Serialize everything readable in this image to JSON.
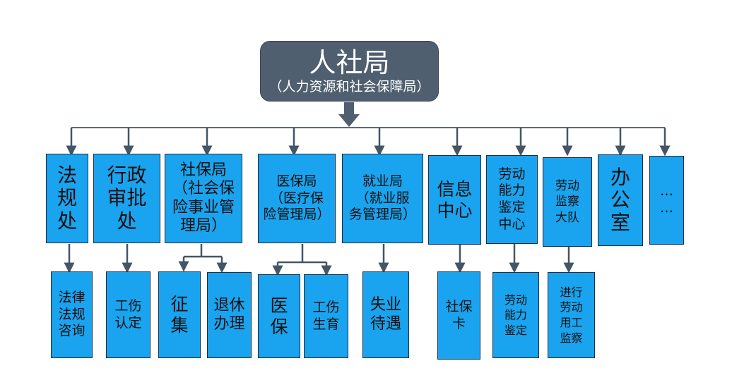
{
  "root": {
    "title": "人社局",
    "subtitle": "（人力资源和社会保障局）"
  },
  "departments": {
    "fazhi": "法\n规\n处",
    "xingzheng": "行政\n审批\n处",
    "shebao": "社保局\n（社会保\n险事业管\n理局）",
    "yibao": "医保局\n（医疗保\n险管理局）",
    "jiuye": "就业局\n（就业服\n务管理局）",
    "xinxi": "信息\n中心",
    "jianding": "劳动\n能力\n鉴定\n中心",
    "jiancha": "劳动\n监察\n大队",
    "bangongshi": "办\n公\n室",
    "more": "…\n…"
  },
  "functions": {
    "falv": "法律\n法规\n咨询",
    "gongshang": "工伤\n认定",
    "zhengji": "征\n集",
    "tuixiu": "退休\n办理",
    "yiliao": "医\n保",
    "gongshang_shengyu": "工伤\n生育",
    "shiye": "失业\n待遇",
    "shebaoka": "社保\n卡",
    "nengli": "劳动\n能力\n鉴定",
    "yonggong": "进行\n劳动\n用工\n监察"
  }
}
